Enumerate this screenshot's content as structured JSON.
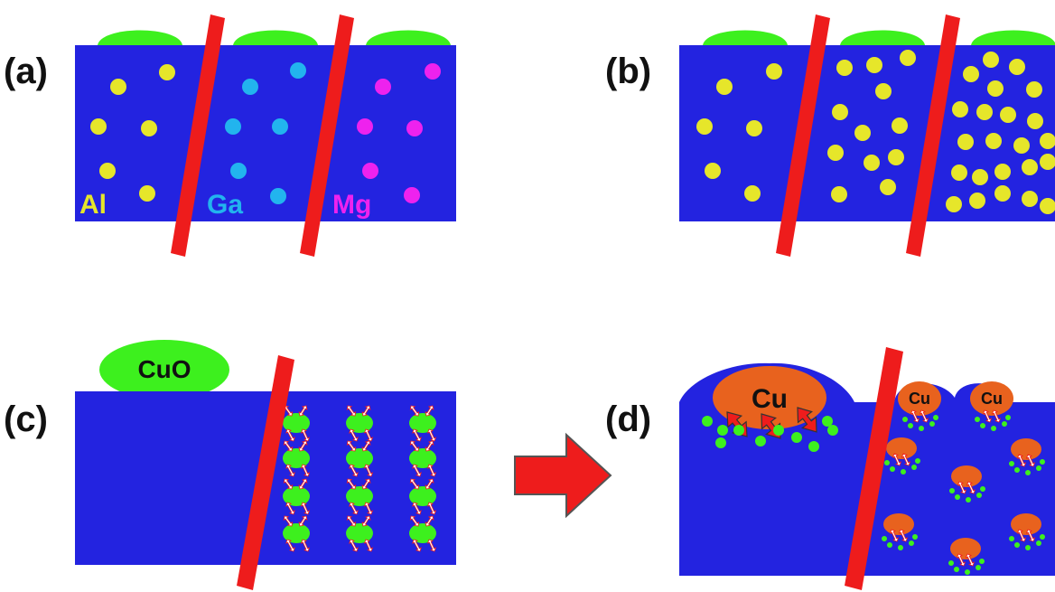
{
  "colors": {
    "matrix": "#2323e0",
    "boundary": "#ee1c1c",
    "oxide_green": "#3df01e",
    "al_dot": "#e6e62a",
    "ga_dot": "#22b4ee",
    "mg_dot": "#ee22ee",
    "copper": "#e8621e",
    "arrow_red": "#ee1c1c",
    "arrow_outline": "#333333",
    "arrow_white": "#ffffff"
  },
  "panels": {
    "a": {
      "label": "(a)",
      "elements": [
        "Al",
        "Ga",
        "Mg"
      ]
    },
    "b": {
      "label": "(b)"
    },
    "c": {
      "label": "(c)",
      "oxide_label": "CuO"
    },
    "d": {
      "label": "(d)",
      "particle_label": "Cu"
    }
  },
  "icons": {
    "process_arrow": "right-arrow-icon",
    "bond": "double-headed-arrow-icon"
  }
}
